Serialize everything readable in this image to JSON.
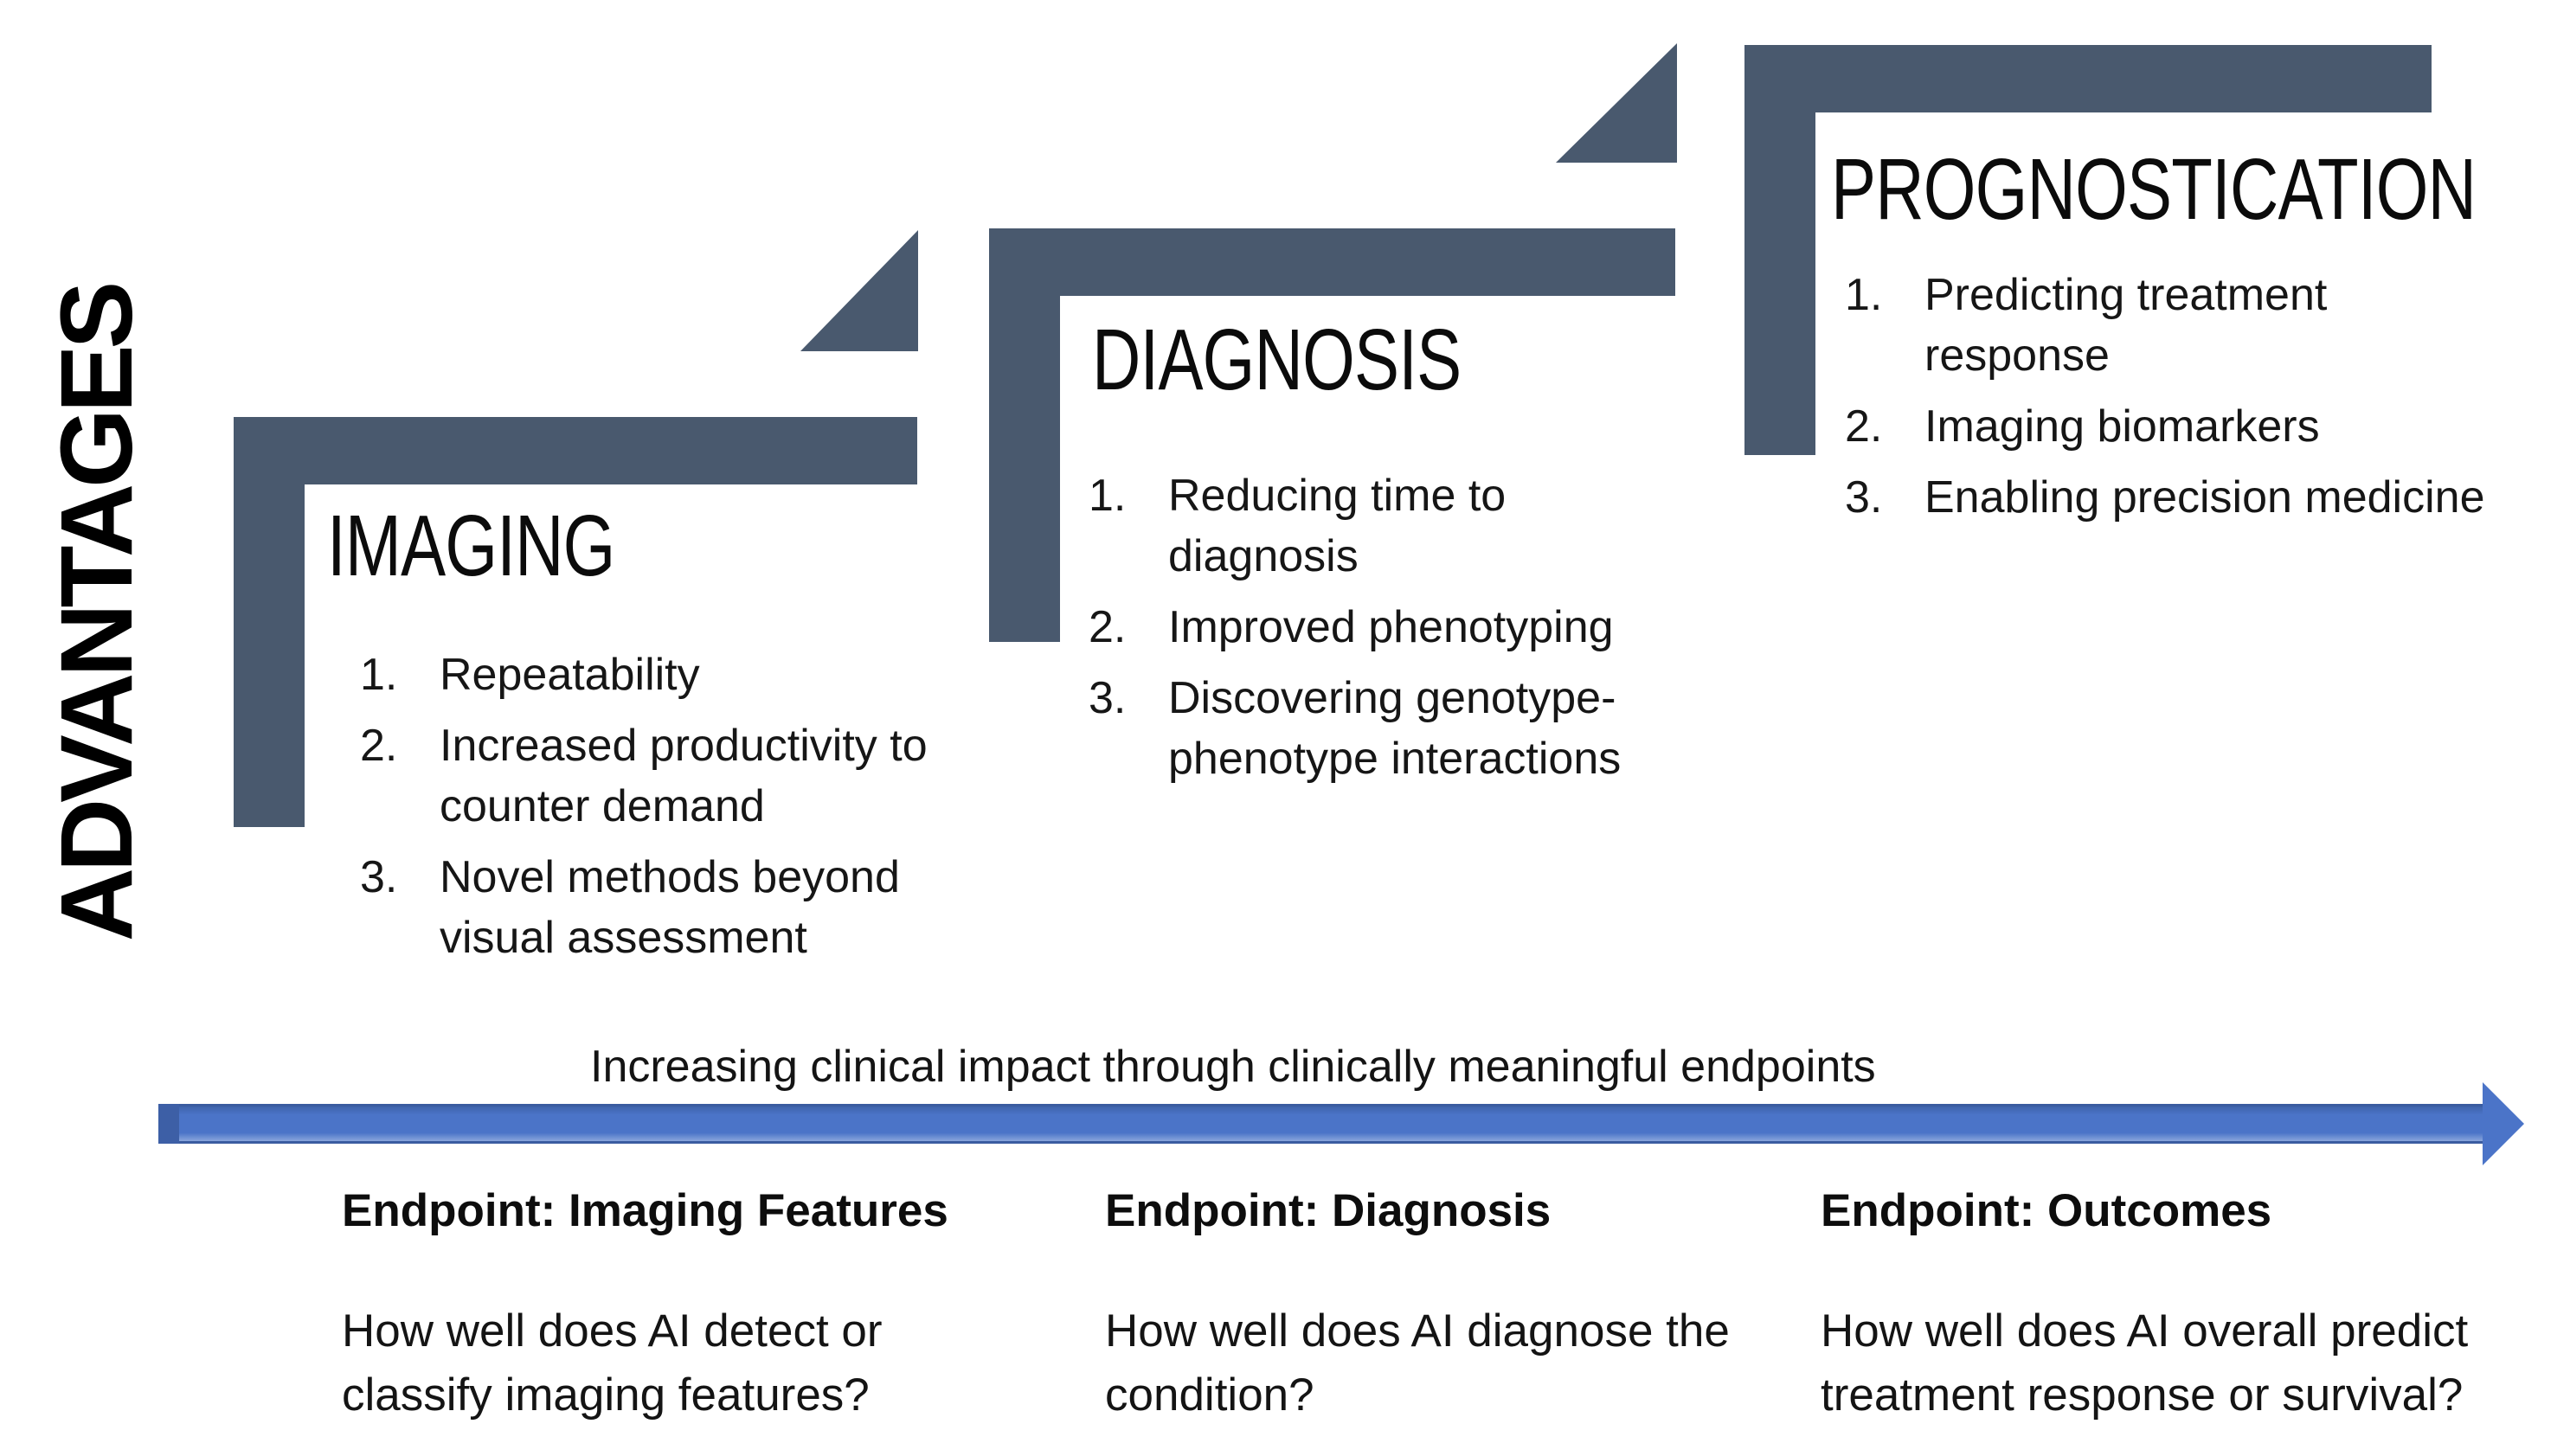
{
  "advantages": {
    "label": "ADVANTAGES"
  },
  "steps": [
    {
      "title": "IMAGING",
      "items": [
        {
          "num": "1.",
          "text": "Repeatability"
        },
        {
          "num": "2.",
          "text": "Increased productivity to\ncounter demand"
        },
        {
          "num": "3.",
          "text": "Novel methods beyond\nvisual assessment"
        }
      ]
    },
    {
      "title": "DIAGNOSIS",
      "items": [
        {
          "num": "1.",
          "text": "Reducing time to\ndiagnosis"
        },
        {
          "num": "2.",
          "text": "Improved phenotyping"
        },
        {
          "num": "3.",
          "text": "Discovering genotype-\nphenotype interactions"
        }
      ]
    },
    {
      "title": "PROGNOSTICATION",
      "items": [
        {
          "num": "1.",
          "text": "Predicting treatment\nresponse"
        },
        {
          "num": "2.",
          "text": "Imaging biomarkers"
        },
        {
          "num": "3.",
          "text": "Enabling precision medicine"
        }
      ]
    }
  ],
  "arrow": {
    "label": "Increasing clinical impact through clinically meaningful endpoints"
  },
  "endpoints": [
    {
      "label": "Endpoint: Imaging Features",
      "question": "How well does AI detect or\nclassify imaging features?"
    },
    {
      "label": "Endpoint: Diagnosis",
      "question": "How well does AI diagnose the\ncondition?"
    },
    {
      "label": "Endpoint: Outcomes",
      "question": "How well does AI overall predict\ntreatment response or survival?"
    }
  ],
  "colors": {
    "step_fill": "#49596E",
    "arrow_fill": "#4B74C8",
    "arrow_border": "#3A5CA0",
    "arrow_cap": "#3D5FA6",
    "text": "#141414"
  }
}
